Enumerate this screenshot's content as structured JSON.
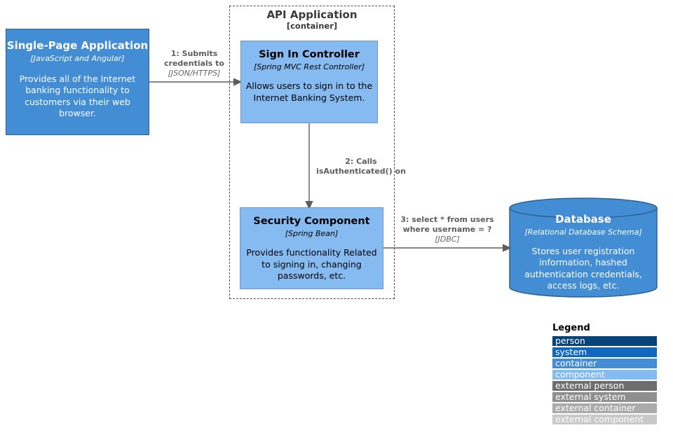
{
  "diagram": {
    "boundary": {
      "title": "API Application",
      "meta": "[container]"
    },
    "nodes": {
      "spa": {
        "title": "Single-Page Application",
        "meta": "[JavaScript and Angular]",
        "description": "Provides all of the Internet banking functionality to customers via their web browser."
      },
      "sign_in_controller": {
        "title": "Sign In Controller",
        "meta": "[Spring MVC Rest Controller]",
        "description": "Allows users to sign in to the Internet Banking System."
      },
      "security_component": {
        "title": "Security Component",
        "meta": "[Spring Bean]",
        "description": "Provides functionality Related to signing in, changing passwords, etc."
      },
      "database": {
        "title": "Database",
        "meta": "[Relational Database Schema]",
        "description": "Stores user registration information, hashed authentication credentials, access logs, etc."
      }
    },
    "relationships": [
      {
        "label": "1: Submits credentials to",
        "meta": "[JSON/HTTPS]"
      },
      {
        "label": "2: Calls isAuthenticated() on",
        "meta": ""
      },
      {
        "label": "3: select * from users where username = ?",
        "meta": "[JDBC]"
      }
    ]
  },
  "legend": {
    "title": "Legend",
    "items": [
      {
        "label": "person",
        "color": "#08427b"
      },
      {
        "label": "system",
        "color": "#1168bd"
      },
      {
        "label": "container",
        "color": "#438dd5"
      },
      {
        "label": "component",
        "color": "#85bbf0"
      },
      {
        "label": "external person",
        "color": "#6e6e6e"
      },
      {
        "label": "external system",
        "color": "#8f8f8f"
      },
      {
        "label": "external container",
        "color": "#ababab"
      },
      {
        "label": "external component",
        "color": "#c9c9c9"
      }
    ]
  },
  "colors": {
    "container_fill": "#438dd5",
    "component_fill": "#85bbf0",
    "relationship": "#606060"
  }
}
